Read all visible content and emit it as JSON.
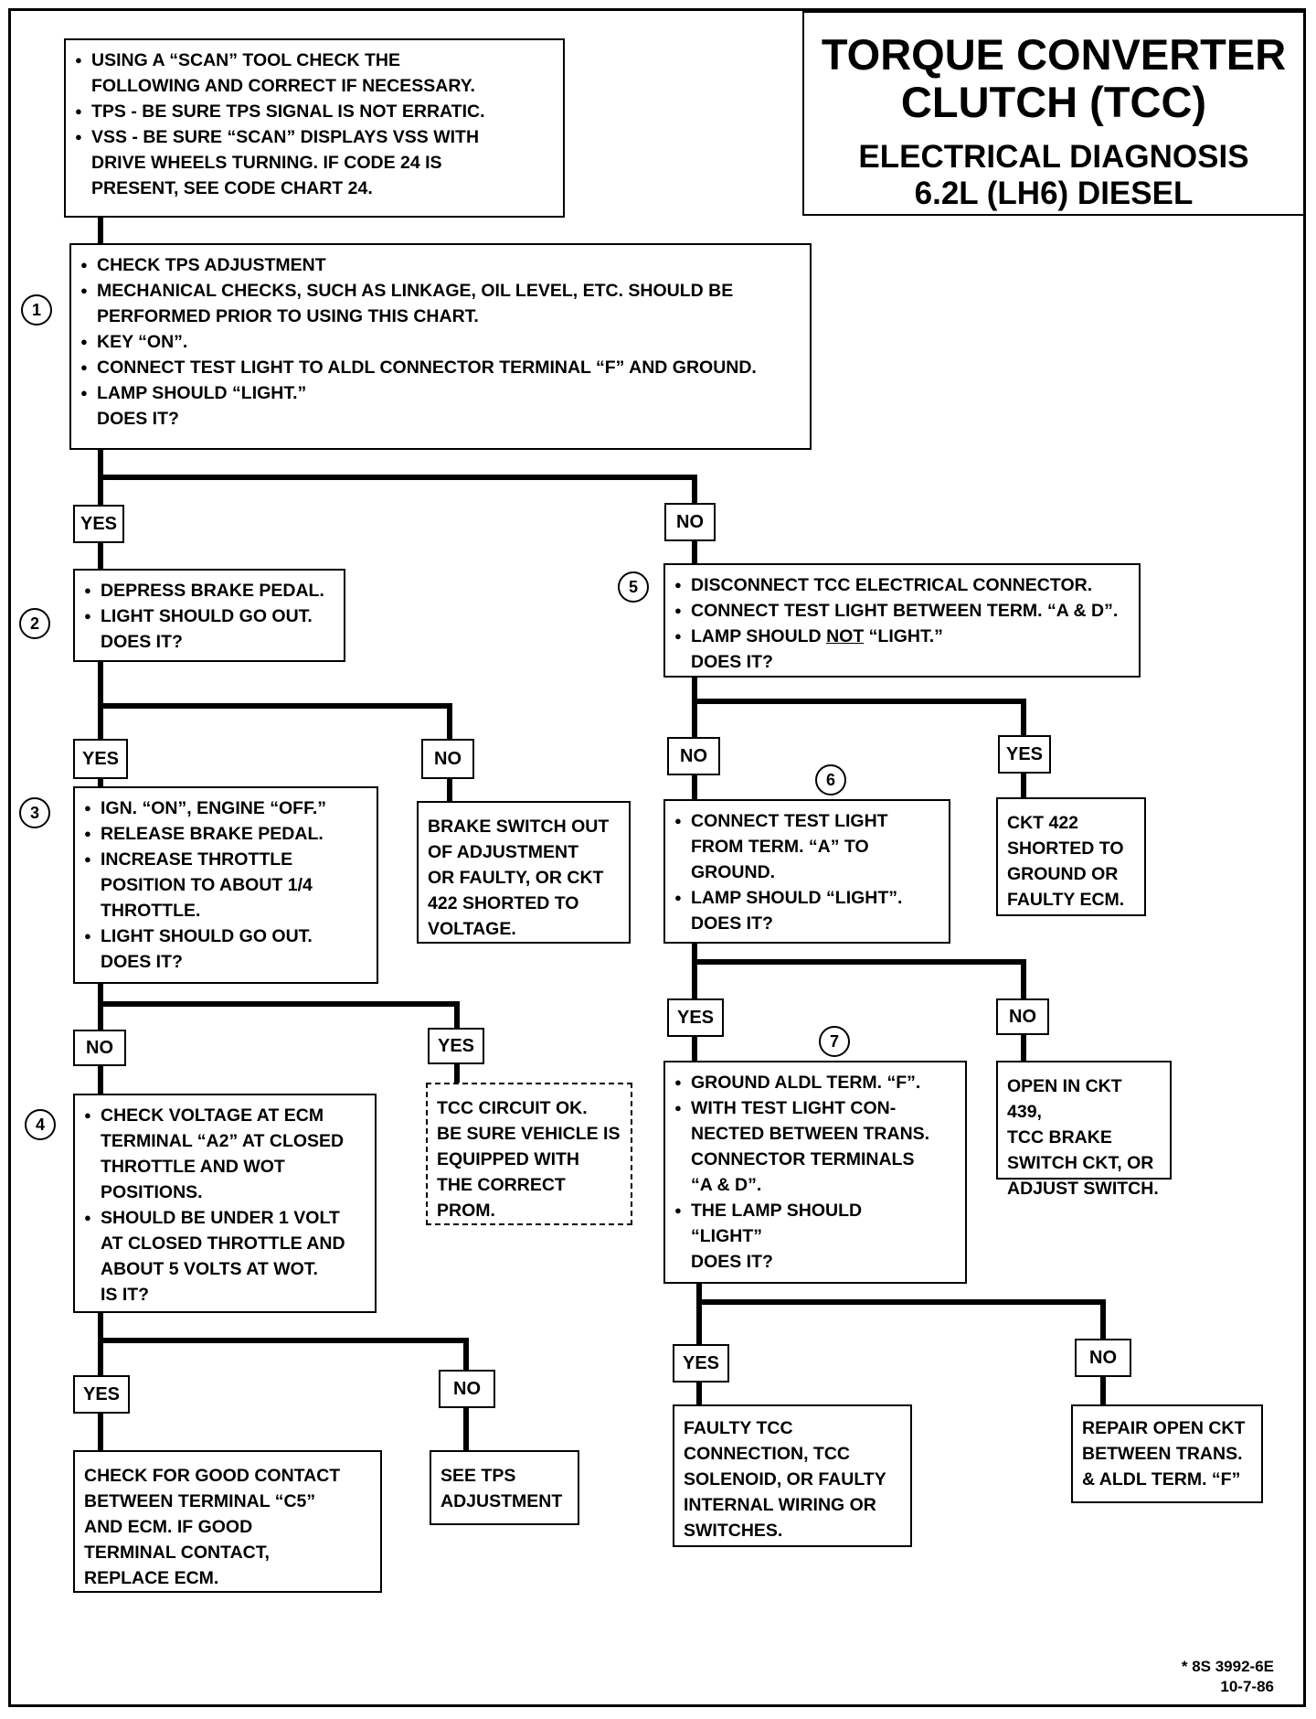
{
  "title": {
    "line1": "TORQUE CONVERTER\nCLUTCH (TCC)",
    "line2": "ELECTRICAL DIAGNOSIS\n6.2L  (LH6)  DIESEL"
  },
  "steps": {
    "scan": {
      "items": [
        "USING A “SCAN” TOOL CHECK THE\nFOLLOWING AND CORRECT IF NECESSARY.",
        "TPS - BE SURE TPS SIGNAL IS NOT ERRATIC.",
        "VSS - BE SURE “SCAN” DISPLAYS VSS WITH\nDRIVE WHEELS TURNING.  IF CODE 24 IS\nPRESENT,  SEE CODE CHART 24."
      ]
    },
    "step1": {
      "number": "1",
      "items": [
        "CHECK TPS ADJUSTMENT",
        "MECHANICAL CHECKS, SUCH AS LINKAGE, OIL LEVEL, ETC. SHOULD BE\nPERFORMED PRIOR TO USING THIS CHART.",
        "KEY “ON”.",
        "CONNECT TEST LIGHT TO ALDL CONNECTOR TERMINAL “F” AND GROUND.",
        "LAMP SHOULD “LIGHT.”"
      ],
      "question": "DOES IT?"
    },
    "step2": {
      "number": "2",
      "items": [
        "DEPRESS BRAKE PEDAL.",
        "LIGHT SHOULD GO OUT."
      ],
      "question": "DOES IT?"
    },
    "step3": {
      "number": "3",
      "items": [
        "IGN. “ON”, ENGINE “OFF.”",
        "RELEASE BRAKE PEDAL.",
        "INCREASE THROTTLE\nPOSITION TO ABOUT 1/4\nTHROTTLE.",
        "LIGHT SHOULD GO OUT."
      ],
      "question": "DOES IT?"
    },
    "step4": {
      "number": "4",
      "items": [
        "CHECK VOLTAGE  AT  ECM\nTERMINAL “A2” AT CLOSED\nTHROTTLE AND WOT\nPOSITIONS.",
        "SHOULD BE UNDER 1 VOLT\nAT CLOSED THROTTLE AND\nABOUT 5 VOLTS AT WOT."
      ],
      "question": "IS IT?"
    },
    "step5": {
      "number": "5",
      "items": [
        "DISCONNECT TCC ELECTRICAL CONNECTOR.",
        "CONNECT TEST LIGHT BETWEEN TERM. “A & D”."
      ],
      "lamp_prefix": "LAMP SHOULD ",
      "lamp_not": "NOT",
      "lamp_suffix": " “LIGHT.”",
      "question": "DOES IT?"
    },
    "step6": {
      "number": "6",
      "items": [
        "CONNECT TEST LIGHT\nFROM TERM. “A” TO\nGROUND.",
        "LAMP SHOULD “LIGHT”."
      ],
      "question": "DOES IT?"
    },
    "step7": {
      "number": "7",
      "items": [
        "GROUND ALDL TERM. “F”.",
        "WITH TEST LIGHT CON-\nNECTED BETWEEN TRANS.\nCONNECTOR TERMINALS\n“A & D”.",
        "THE LAMP SHOULD\n“LIGHT”"
      ],
      "question": "DOES IT?"
    }
  },
  "results": {
    "brake_switch": "BRAKE SWITCH OUT\nOF ADJUSTMENT\nOR FAULTY, OR CKT\n422 SHORTED TO\nVOLTAGE.",
    "tcc_ok": "TCC CIRCUIT OK.\nBE SURE VEHICLE IS\nEQUIPPED WITH\nTHE CORRECT\nPROM.",
    "good_contact": "CHECK FOR GOOD CONTACT\nBETWEEN TERMINAL “C5”\nAND ECM.  IF GOOD\nTERMINAL CONTACT,\nREPLACE ECM.",
    "see_tps": "SEE TPS\nADJUSTMENT",
    "ckt422": "CKT 422\nSHORTED TO\nGROUND OR\nFAULTY ECM.",
    "open439": "OPEN IN CKT 439,\nTCC BRAKE\nSWITCH CKT, OR\nADJUST SWITCH.",
    "faulty_tcc": "FAULTY TCC\nCONNECTION, TCC\nSOLENOID, OR FAULTY\nINTERNAL WIRING OR\nSWITCHES.",
    "repair_open": "REPAIR OPEN CKT\nBETWEEN TRANS.\n& ALDL TERM. “F”"
  },
  "labels": {
    "yes": "YES",
    "no": "NO"
  },
  "footer": {
    "ref": "* 8S 3992-6E",
    "date": "10-7-86"
  }
}
